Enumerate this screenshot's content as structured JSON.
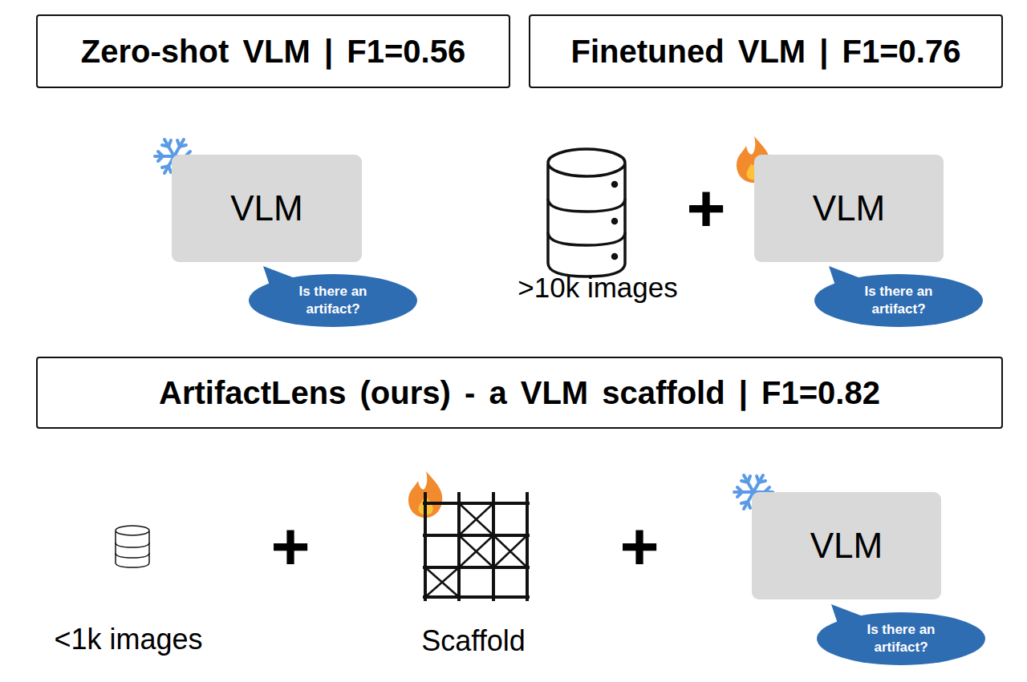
{
  "diagram": {
    "nodes": [
      {
        "text": [
          "Zero-shot VLM | F1=0.56"
        ]
      },
      {
        "text": [
          "Finetuned VLM | F1=0.76"
        ]
      },
      {
        "text": [
          "VLM"
        ]
      },
      {
        "text": [
          "Is there an artifact?"
        ]
      },
      {
        "text": [
          "VLM"
        ]
      },
      {
        "text": [
          "Is there an artifact?"
        ]
      },
      {
        "text": [
          "ArtifactLens (ours) - a VLM scaffold | F1=0.82"
        ]
      },
      {
        "text": [
          "VLM"
        ]
      },
      {
        "text": [
          "Is there an artifact?"
        ]
      }
    ],
    "labels": [
      "+",
      ">10k images",
      "<1k images",
      "+",
      "Scaffold",
      "+"
    ]
  }
}
